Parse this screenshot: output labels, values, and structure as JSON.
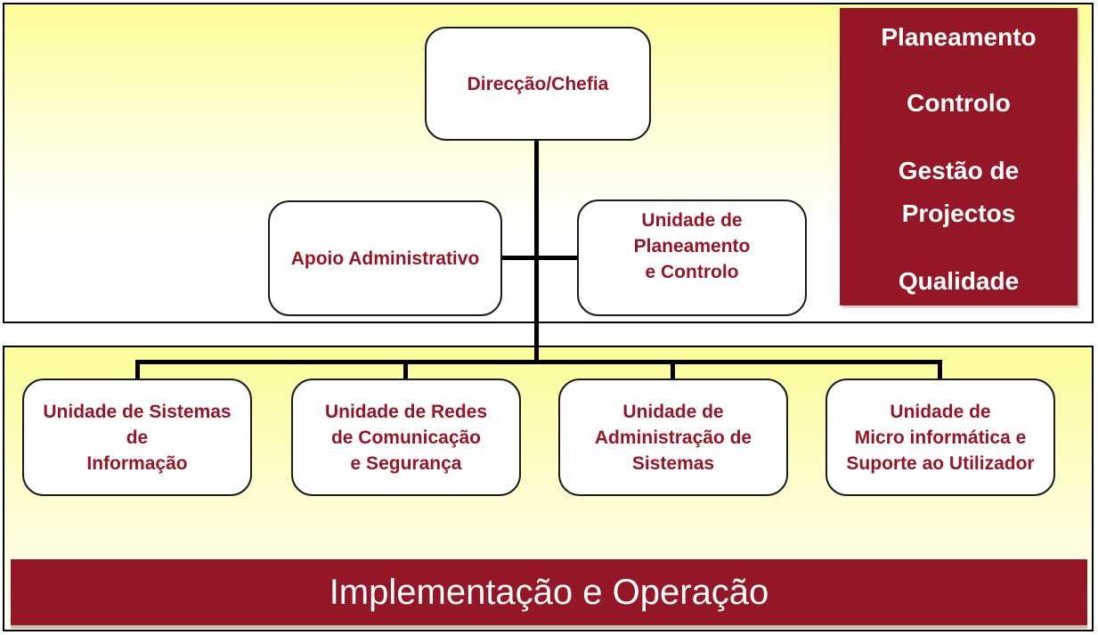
{
  "nodes": {
    "direccao": {
      "label": "Direcção/Chefia"
    },
    "apoio": {
      "label": "Apoio Administrativo"
    },
    "planeamento_controlo": {
      "lines": [
        "Unidade de",
        "Planeamento",
        "e Controlo"
      ]
    },
    "sistemas_informacao": {
      "lines": [
        "Unidade de Sistemas",
        "de",
        "Informação"
      ]
    },
    "redes_comunicacao": {
      "lines": [
        "Unidade de Redes",
        "de Comunicação",
        "e Segurança"
      ]
    },
    "administracao_sistemas": {
      "lines": [
        "Unidade de",
        "Administração de",
        "Sistemas"
      ]
    },
    "microinformatica": {
      "lines": [
        "Unidade de",
        "Micro informática e",
        "Suporte ao Utilizador"
      ]
    }
  },
  "side_panel": {
    "lines": [
      "Planeamento",
      "Controlo",
      "Gestão de",
      "Projectos",
      "Qualidade"
    ]
  },
  "banner": {
    "label": "Implementação e Operação"
  },
  "colors": {
    "accent_red": "#931726",
    "node_text_red": "#931726",
    "section_yellow": "#FFFF99",
    "connector_black": "#000000",
    "node_background": "#FFFFFF",
    "panel_text": "#FFFFFF"
  }
}
